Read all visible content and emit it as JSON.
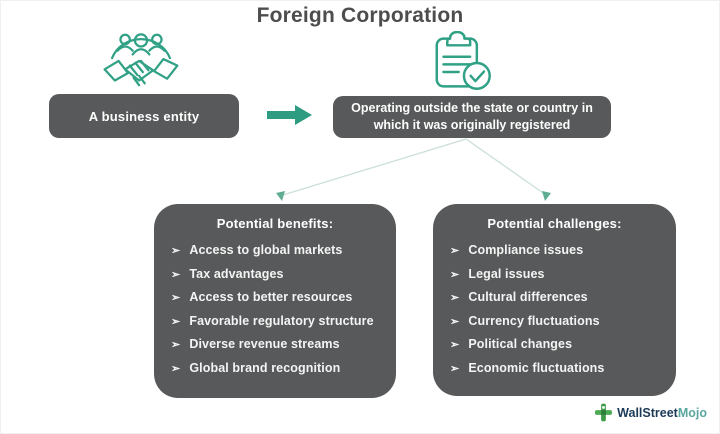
{
  "title": "Foreign Corporation",
  "flow": {
    "entity_box_label": "A business entity",
    "definition_box_label": "Operating outside the state or country in which it was originally registered"
  },
  "benefits": {
    "title": "Potential benefits:",
    "items": [
      "Access to global markets",
      "Tax advantages",
      "Access to better resources",
      "Favorable regulatory structure",
      "Diverse revenue streams",
      "Global brand recognition"
    ]
  },
  "challenges": {
    "title": "Potential challenges:",
    "items": [
      "Compliance issues",
      "Legal issues",
      "Cultural differences",
      "Currency fluctuations",
      "Political changes",
      "Economic fluctuations"
    ]
  },
  "bullet": "➢",
  "logo": {
    "part1": "WallStreet",
    "part2": "Mojo"
  },
  "icons": {
    "business_entity": "handshake-with-team-icon",
    "registration": "clipboard-check-icon",
    "flow": "right-block-arrow-icon",
    "brand": "wallstreetmojo-plus-icon"
  },
  "colors": {
    "accent_green": "#31a186",
    "box_gray": "#58595a",
    "connector_line": "#ccdfd8",
    "title_gray": "#4d4d4d",
    "logo_navy": "#1b3a57",
    "logo_teal": "#5aa7a0"
  }
}
